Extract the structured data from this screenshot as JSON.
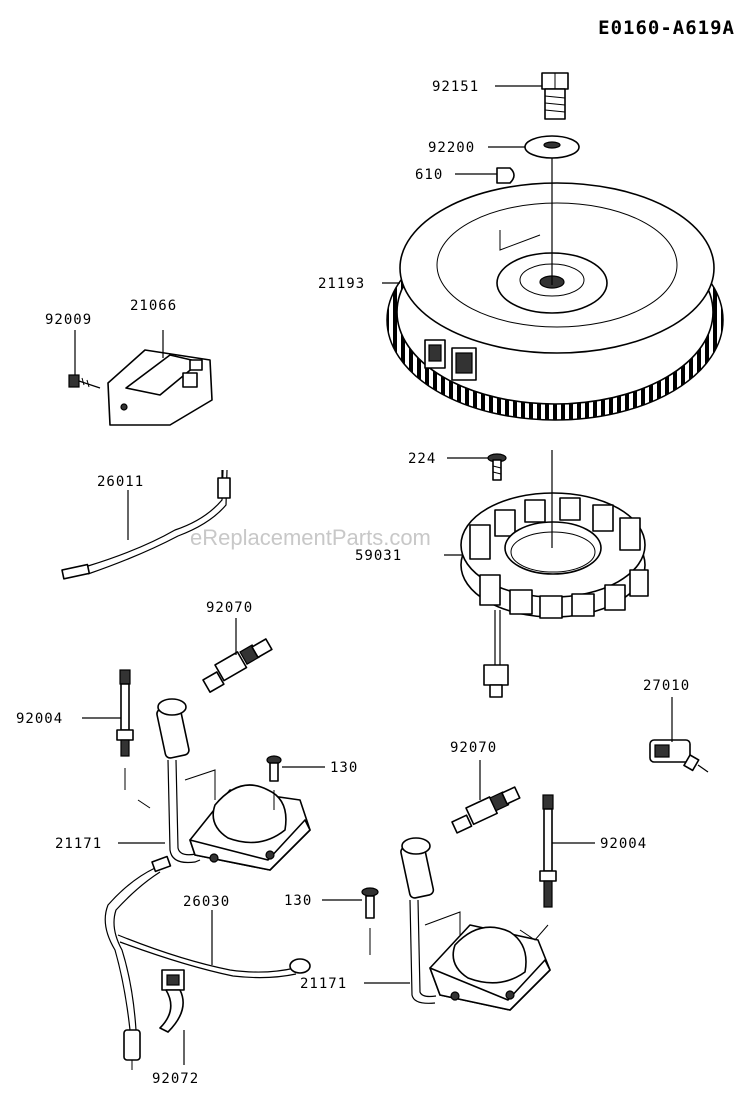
{
  "diagram_code": "E0160-A619A",
  "watermark": "eReplacementParts.com",
  "parts": {
    "bolt": "92151",
    "washer": "92200",
    "key": "610",
    "flywheel": "21193",
    "regulator_bolt": "92009",
    "regulator": "21066",
    "lead_26011": "26011",
    "stator_screw": "224",
    "stator": "59031",
    "plug_upper": "92070",
    "bolt_upper_left": "92004",
    "coil_screw_upper": "130",
    "coil_upper": "21171",
    "oil_switch": "27010",
    "plug_lower": "92070",
    "bolt_lower_right": "92004",
    "coil_screw_lower": "130",
    "harness": "26030",
    "coil_lower": "21171",
    "connector_92072": "92072"
  }
}
